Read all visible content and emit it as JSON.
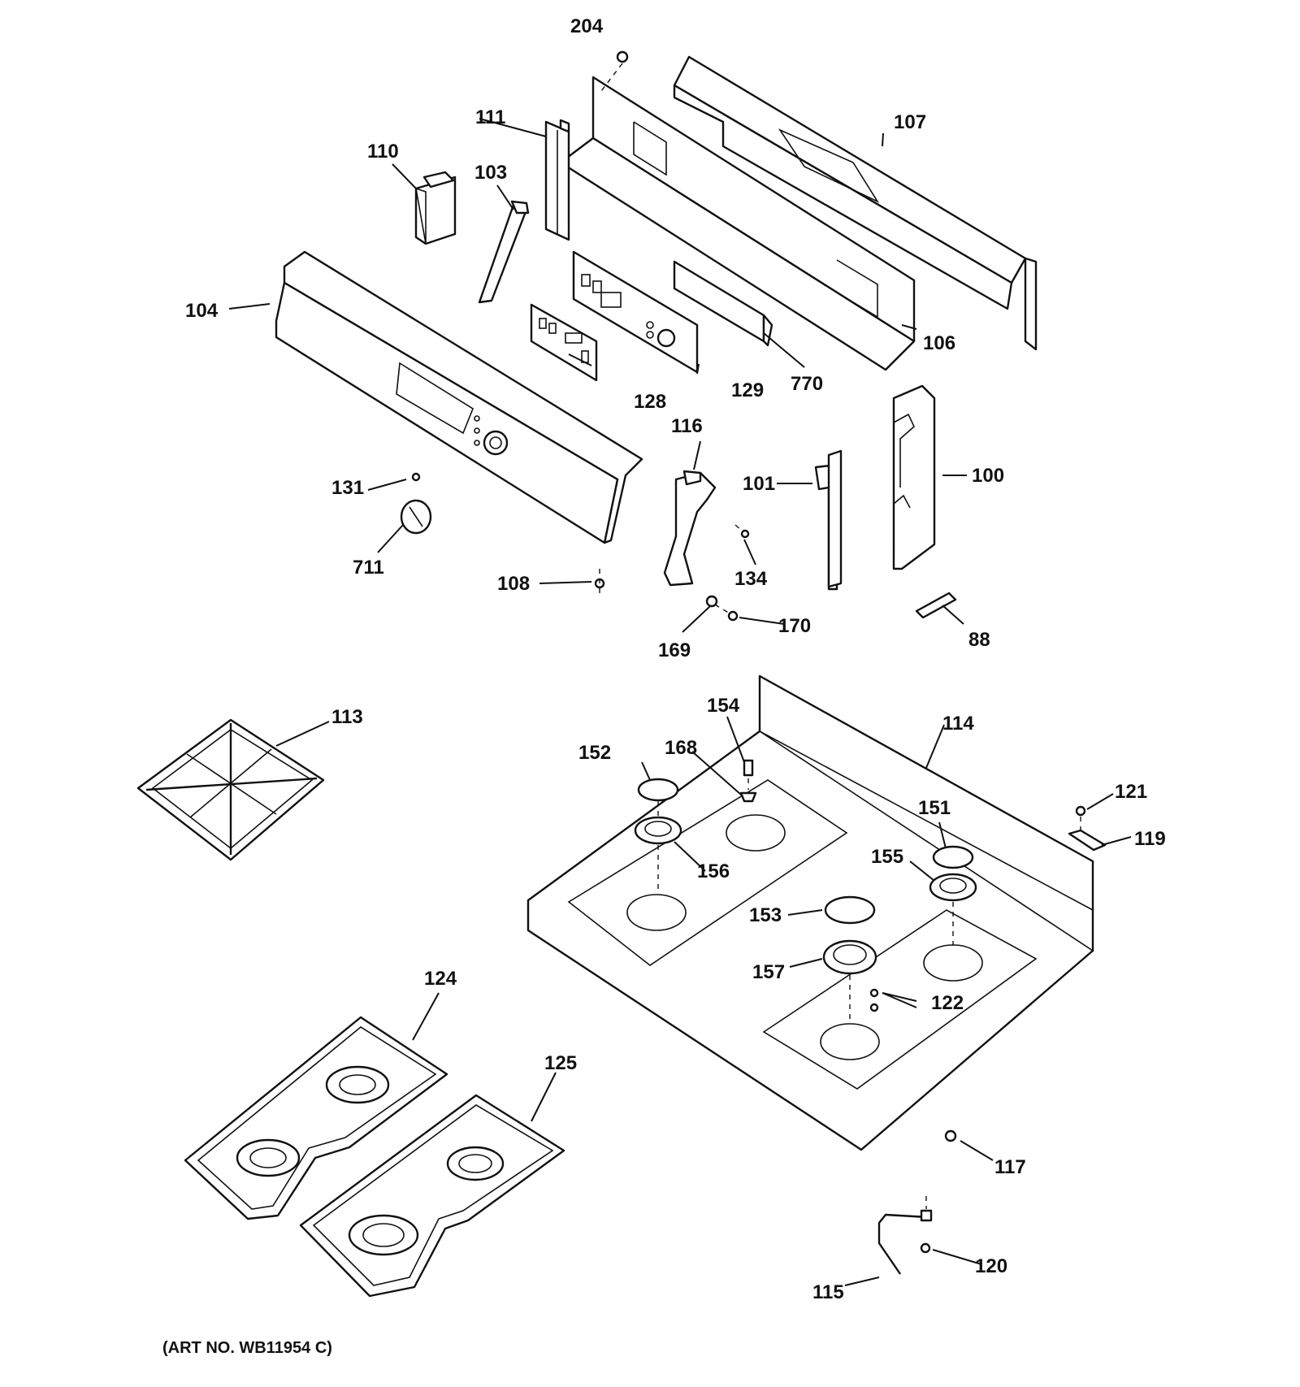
{
  "diagram": {
    "art_number": "(ART NO. WB11954 C)",
    "labels": {
      "p204": "204",
      "p111": "111",
      "p107": "107",
      "p110": "110",
      "p103": "103",
      "p104": "104",
      "p106": "106",
      "p128": "128",
      "p129": "129",
      "p770": "770",
      "p116": "116",
      "p131": "131",
      "p101": "101",
      "p100": "100",
      "p711": "711",
      "p134": "134",
      "p108": "108",
      "p170": "170",
      "p169": "169",
      "p88": "88",
      "p113": "113",
      "p154": "154",
      "p114": "114",
      "p152": "152",
      "p168": "168",
      "p121": "121",
      "p151": "151",
      "p119": "119",
      "p155": "155",
      "p156": "156",
      "p153": "153",
      "p157": "157",
      "p122": "122",
      "p124": "124",
      "p125": "125",
      "p117": "117",
      "p120": "120",
      "p115": "115"
    }
  }
}
